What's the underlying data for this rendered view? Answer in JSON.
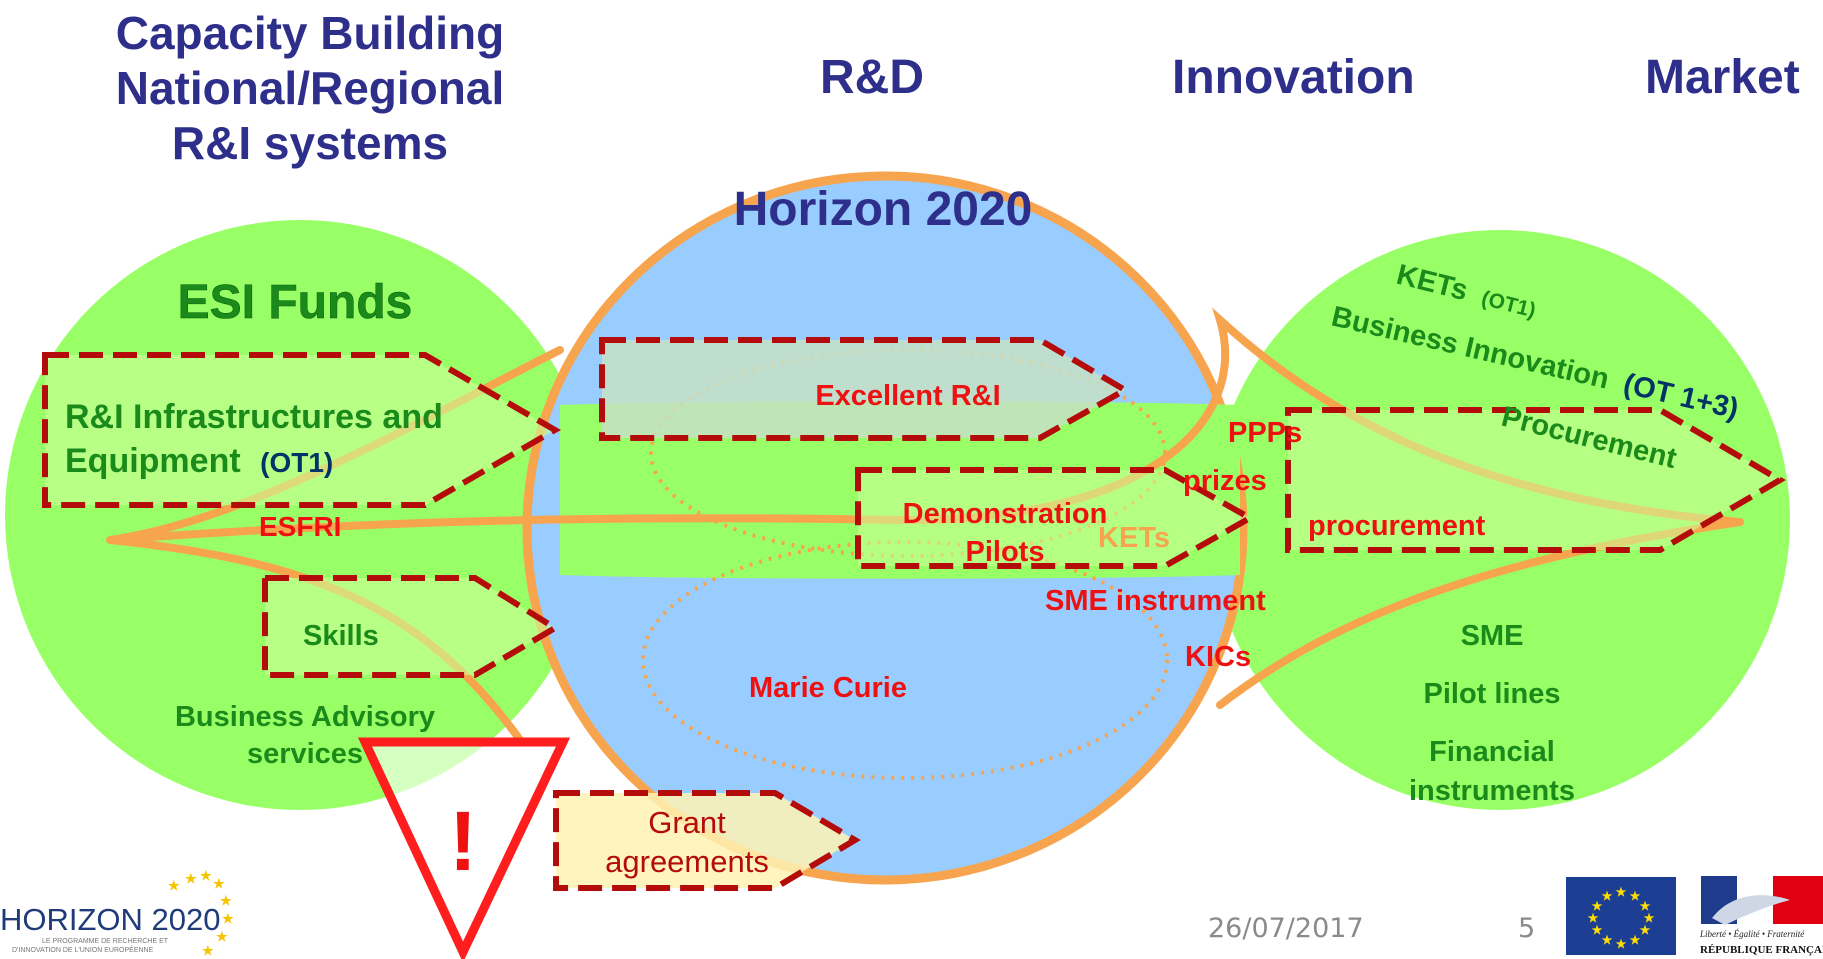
{
  "headers": {
    "capacity": [
      "Capacity Building",
      "National/Regional",
      "R&I systems"
    ],
    "rd": "R&D",
    "innovation": "Innovation",
    "market": "Market"
  },
  "circles": {
    "left_title": "ESI Funds",
    "center_title": "Horizon 2020",
    "right_kets": "KETs",
    "right_kets_ot": "(OT1)",
    "right_business": "Business Innovation",
    "right_business_ot": "(OT 1+3)"
  },
  "left": {
    "infra_line1": "R&I Infrastructures and",
    "infra_line2": "Equipment",
    "infra_ot": "(OT1)",
    "esfri": "ESFRI",
    "skills": "Skills",
    "advisory_line1": "Business Advisory",
    "advisory_line2": "services"
  },
  "center": {
    "excellent": "Excellent R&I",
    "demo_line1": "Demonstration",
    "demo_line2": "Pilots",
    "kets": "KETs",
    "sme_instrument": "SME instrument",
    "kics": "KICs",
    "ppps": "PPPs",
    "prizes": "prizes",
    "marie_curie": "Marie Curie",
    "grant_line1": "Grant",
    "grant_line2": "agreements"
  },
  "right": {
    "procurement_top": "Procurement",
    "procurement": "procurement",
    "sme": "SME",
    "pilot_lines": "Pilot lines",
    "financial_line1": "Financial",
    "financial_line2": "instruments"
  },
  "warning": {
    "symbol": "!"
  },
  "footer": {
    "date": "26/07/2017",
    "page": "5",
    "logo_text": "HORIZON 2020",
    "logo_sub1": "LE PROGRAMME DE RECHERCHE ET",
    "logo_sub2": "D'INNOVATION DE L'UNION EUROPÉENNE",
    "rf_motto": "Liberté • Égalité • Fraternité",
    "rf_name": "RÉPUBLIQUE FRANÇAISE"
  },
  "colors": {
    "title_blue": "#2d2f8a",
    "green_circle": "#99ff66",
    "blue_circle": "#99ccff",
    "orange": "#f7a44f",
    "dashed_red": "#b40b0b",
    "label_red": "#ee1111",
    "label_green": "#1a8a1a",
    "dark_blue": "#003366"
  }
}
